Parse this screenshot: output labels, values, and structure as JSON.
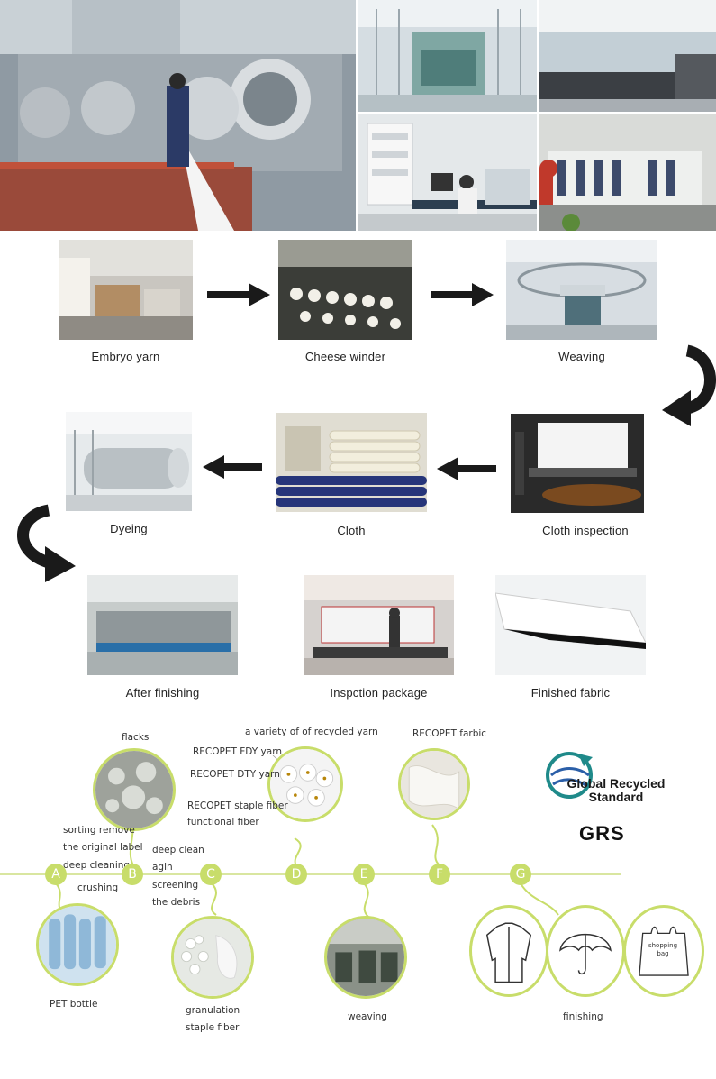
{
  "process": {
    "row1": [
      "Embryo yarn",
      "Cheese winder",
      "Weaving"
    ],
    "row2": [
      "Dyeing",
      "Cloth",
      "Cloth inspection"
    ],
    "row3": [
      "After finishing",
      "Inspction package",
      "Finished fabric"
    ]
  },
  "recycle": {
    "flacks": "flacks",
    "variety": "a variety of of recycled yarn",
    "fdy": "RECOPET FDY yarn",
    "dty": "RECOPET DTY yarn",
    "staple": "RECOPET staple fiber",
    "functional": "functional fiber",
    "fabric": "RECOPET farbic",
    "sorting": "sorting remove",
    "orig_label": "the original label",
    "deep_cleaning": "deep cleaning",
    "crushing": "crushing",
    "deep_clean": "deep clean",
    "agin": "agin",
    "screening": "screening",
    "debris": "the debris",
    "pet": "PET bottle",
    "granulation": "granulation",
    "staple2": "staple fiber",
    "weaving": "weaving",
    "finishing": "finishing",
    "shopping_bag": "shopping bag",
    "stages": [
      "A",
      "B",
      "C",
      "D",
      "E",
      "F",
      "G"
    ]
  },
  "grs": {
    "line1": "Global Recycled",
    "line2": "Standard",
    "abbr": "GRS"
  },
  "colors": {
    "accent": "#c8dd6a",
    "arrow": "#1a1a1a",
    "grs_teal": "#1f8a8a"
  }
}
